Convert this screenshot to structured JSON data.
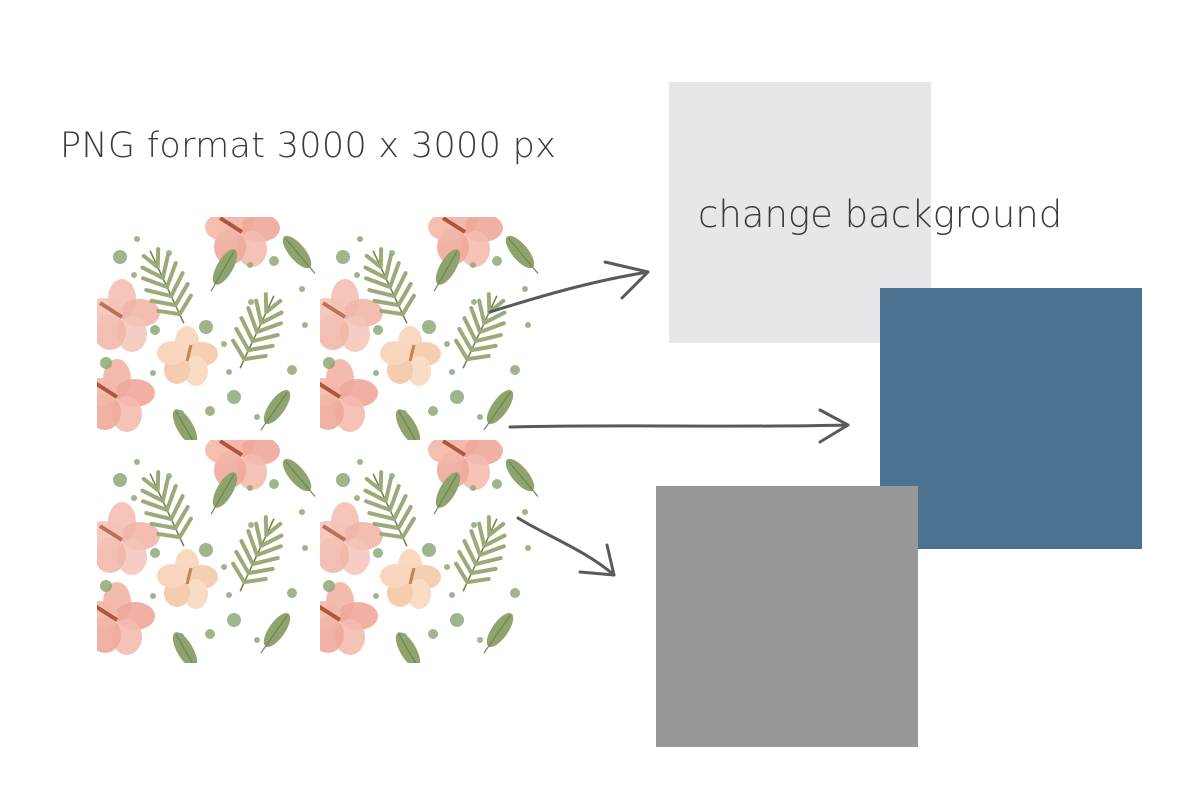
{
  "heading": "PNG format 3000 x 3000 px",
  "swatch_label": "change background",
  "swatches": [
    {
      "name": "light-gray",
      "color": "#e8e6e8"
    },
    {
      "name": "blue",
      "color": "#4b7290"
    },
    {
      "name": "gray",
      "color": "#999899"
    }
  ],
  "pattern": {
    "flower_pink": "#efa99a",
    "flower_peach": "#f7d2b6",
    "leaf": "#8da06a",
    "dot": "#8ea878"
  }
}
